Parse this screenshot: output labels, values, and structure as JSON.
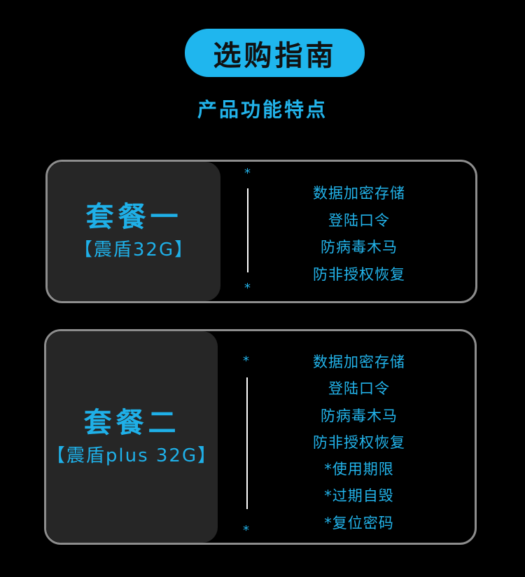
{
  "header": {
    "title": "选购指南",
    "subtitle": "产品功能特点"
  },
  "colors": {
    "accent": "#1fb6ee",
    "card_panel": "#262626",
    "card_border": "#8d8d8d"
  },
  "plans": [
    {
      "name": "套餐一",
      "model": "【震盾32G】",
      "star": "*",
      "features": [
        "数据加密存储",
        "登陆口令",
        "防病毒木马",
        "防非授权恢复"
      ]
    },
    {
      "name": "套餐二",
      "model": "【震盾plus 32G】",
      "star": "*",
      "features": [
        "数据加密存储",
        "登陆口令",
        "防病毒木马",
        "防非授权恢复",
        "*使用期限",
        "*过期自毁",
        "*复位密码"
      ]
    }
  ]
}
